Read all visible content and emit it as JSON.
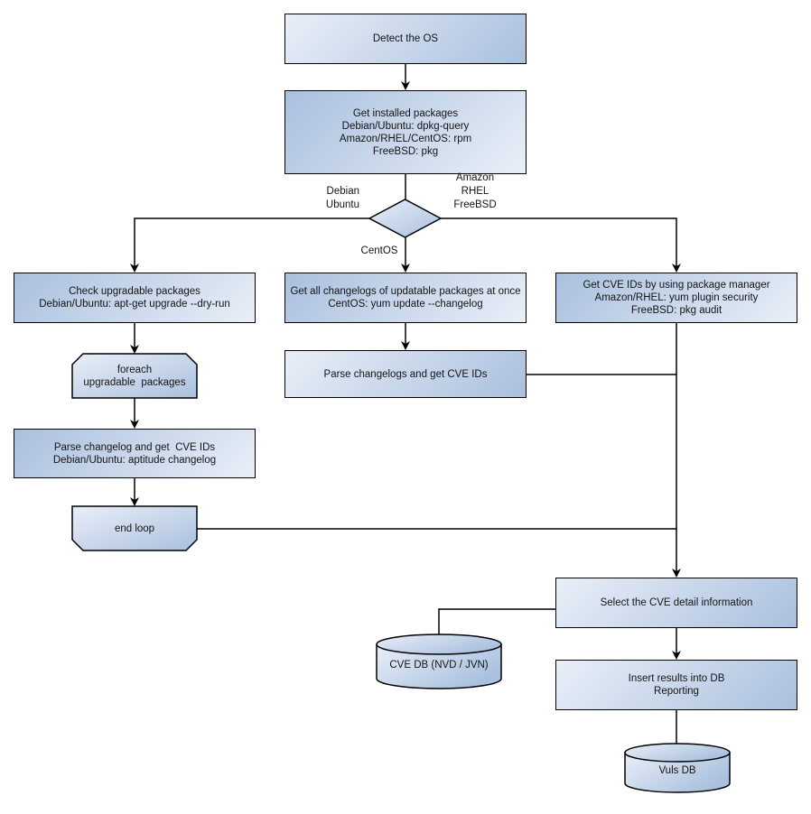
{
  "theme": {
    "grad_light": "#eaeff8",
    "grad_dark": "#a9c0de",
    "stroke": "#000000",
    "text": "#141414",
    "bg": "#ffffff"
  },
  "nodes": {
    "detect_os": {
      "label": "Detect the OS"
    },
    "get_installed": {
      "label": "Get installed packages\nDebian/Ubuntu: dpkg-query\nAmazon/RHEL/CentOS: rpm\nFreeBSD: pkg"
    },
    "check_upgradable": {
      "label": "Check upgradable packages\nDebian/Ubuntu: apt-get upgrade --dry-run"
    },
    "get_all_changelogs": {
      "label": "Get all changelogs of updatable packages at once\nCentOS: yum update --changelog"
    },
    "get_cve_ids_pkg_mgr": {
      "label": "Get CVE IDs by using package manager\nAmazon/RHEL: yum plugin security\nFreeBSD: pkg audit"
    },
    "foreach_loop": {
      "label": "foreach\nupgradable  packages"
    },
    "parse_changelogs_centos": {
      "label": "Parse changelogs and get CVE IDs"
    },
    "parse_changelog_debian": {
      "label": "Parse changelog and get  CVE IDs\nDebian/Ubuntu: aptitude changelog"
    },
    "end_loop": {
      "label": "end loop"
    },
    "select_cve_detail": {
      "label": "Select the CVE detail information"
    },
    "cve_db": {
      "label": "CVE DB (NVD / JVN)"
    },
    "insert_results": {
      "label": "Insert results into DB\nReporting"
    },
    "vuls_db": {
      "label": "Vuls DB"
    }
  },
  "edge_labels": {
    "debian_ubuntu": "Debian\nUbuntu",
    "amazon_rhel_freebsd": "Amazon\nRHEL\nFreeBSD",
    "centos": "CentOS"
  }
}
